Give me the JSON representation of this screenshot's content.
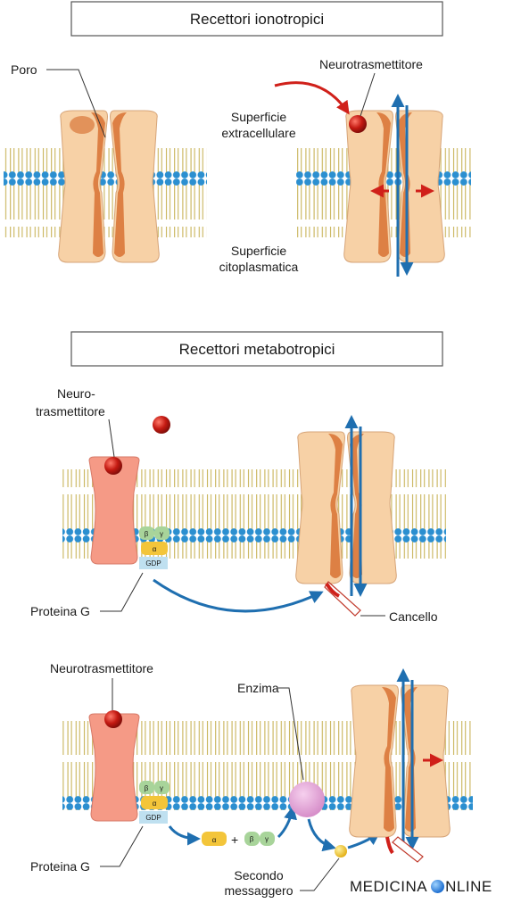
{
  "panels": {
    "ionotropic": {
      "title": "Recettori ionotropici",
      "labels": {
        "pore": "Poro",
        "neurotransmitter": "Neurotrasmettitore",
        "extracellular_1": "Superficie",
        "extracellular_2": "extracellulare",
        "cytoplasmic_1": "Superficie",
        "cytoplasmic_2": "citoplasmatica"
      }
    },
    "metabotropic": {
      "title": "Recettori metabotropici",
      "labels": {
        "neuro_1": "Neuro-",
        "neuro_2": "trasmettitore",
        "g_protein": "Proteina G",
        "gate": "Cancello",
        "neurotransmitter": "Neurotrasmettitore",
        "enzyme": "Enzima",
        "g_protein_2": "Proteina G",
        "second_1": "Secondo",
        "second_2": "messaggero",
        "plus": "+"
      },
      "subunits": {
        "beta": "β",
        "gamma": "γ",
        "alpha": "α",
        "gdp": "GDP"
      }
    }
  },
  "watermark": {
    "text_left": "MEDICINA",
    "text_right": "NLINE"
  },
  "colors": {
    "lipid_head": "#2b8fd0",
    "lipid_tail": "#c9b45a",
    "channel": "#f7d1a6",
    "channel_pore": "#d9773a",
    "receptor": "#f59a86",
    "neurotransmitter": "#c41a12",
    "arrow_blue": "#1f6fb0",
    "arrow_red": "#d0201a",
    "enzyme": "#e4a4d8",
    "alpha": "#f3c53a",
    "beta_gamma": "#a8d49a",
    "gdp": "#bfe0f0",
    "second_messenger": "#f5c518"
  }
}
